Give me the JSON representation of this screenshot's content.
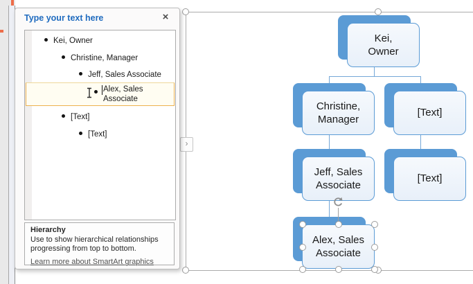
{
  "colors": {
    "accent_blue": "#5B9BD5",
    "connector_blue": "#74A7D8",
    "selection_gray": "#ABABAB",
    "highlight_orange_border": "#EDB14E",
    "highlight_fill": "#FFFDF2",
    "thumbnail_orange": "#ED6D4A",
    "pane_title_blue": "#1F6BBF"
  },
  "textpane": {
    "title": "Type your text here",
    "close_icon": "×",
    "items": [
      {
        "level": 1,
        "text": "Kei, Owner",
        "selected": false
      },
      {
        "level": 2,
        "text": "Christine, Manager",
        "selected": false
      },
      {
        "level": 3,
        "text": "Jeff, Sales Associate",
        "selected": false
      },
      {
        "level": 4,
        "text": "Alex, Sales Associate",
        "selected": true,
        "lines": [
          "Alex, Sales",
          "Associate"
        ]
      },
      {
        "level": 2,
        "text": "[Text]",
        "selected": false
      },
      {
        "level": 3,
        "text": "[Text]",
        "selected": false
      }
    ]
  },
  "info": {
    "heading": "Hierarchy",
    "body": "Use to show hierarchical relationships progressing from top to bottom.",
    "link": "Learn more about SmartArt graphics"
  },
  "chart": {
    "type": "hierarchy-org-chart",
    "nodes": [
      {
        "id": "kei",
        "label": "Kei,\nOwner",
        "placeholder": false,
        "selected": false
      },
      {
        "id": "christine",
        "label": "Christine,\nManager",
        "placeholder": false,
        "selected": false
      },
      {
        "id": "text1",
        "label": "[Text]",
        "placeholder": true,
        "selected": false
      },
      {
        "id": "jeff",
        "label": "Jeff, Sales\nAssociate",
        "placeholder": false,
        "selected": false
      },
      {
        "id": "text2",
        "label": "[Text]",
        "placeholder": true,
        "selected": false
      },
      {
        "id": "alex",
        "label": "Alex, Sales\nAssociate",
        "placeholder": false,
        "selected": true
      }
    ],
    "edges": [
      [
        "kei",
        "christine"
      ],
      [
        "kei",
        "text1"
      ],
      [
        "christine",
        "jeff"
      ],
      [
        "text1",
        "text2"
      ],
      [
        "jeff",
        "alex"
      ]
    ],
    "toggle_chevron": "›"
  }
}
